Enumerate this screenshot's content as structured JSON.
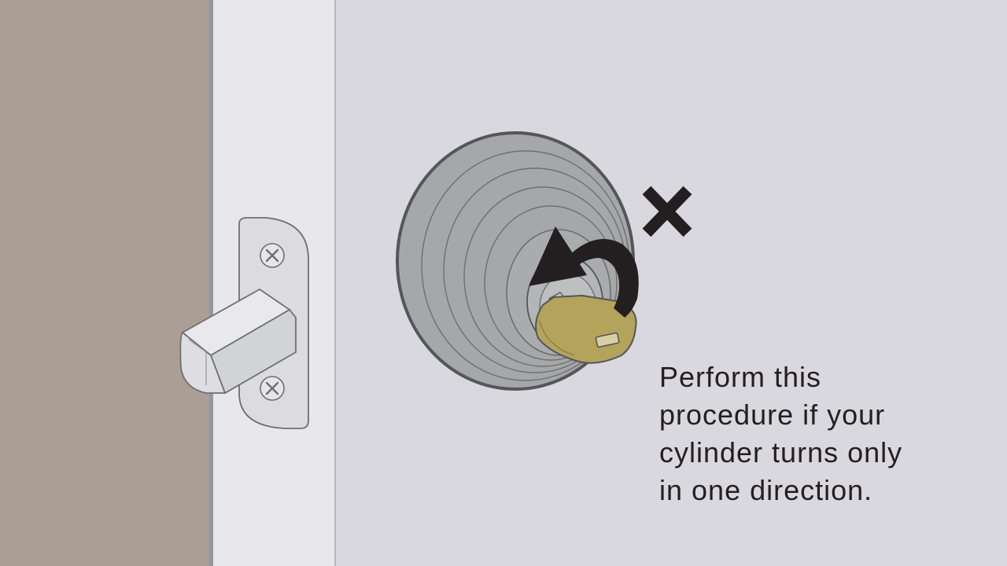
{
  "caption": {
    "lines": [
      "Perform this",
      "procedure if your",
      "cylinder turns only",
      "in one direction."
    ]
  },
  "colors": {
    "wall": "#d9d8de",
    "door_edge": "#ab9f95",
    "frame": "#e8e7ec",
    "lock_body": "#a5a7a9",
    "key_brass": "#b3a35b",
    "arrow": "#231f20",
    "text": "#231f20"
  },
  "icons": {
    "turn_direction": "curved-arrow-counterclockwise-icon",
    "not_allowed": "x-mark-icon"
  }
}
